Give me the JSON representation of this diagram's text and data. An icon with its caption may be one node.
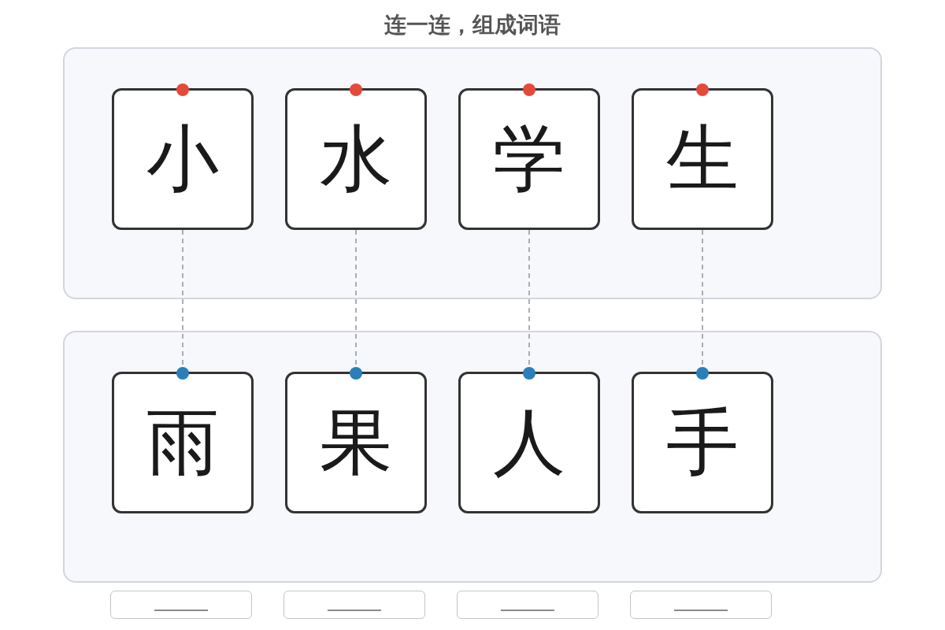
{
  "diagram": {
    "title": "连一连，组成词语",
    "nodes": [
      {
        "text": [],
        "shape": "box"
      },
      {
        "text": [
          "小"
        ],
        "in": 0
      },
      {
        "text": [
          "水"
        ],
        "in": 0
      },
      {
        "text": [
          "学"
        ],
        "in": 0
      },
      {
        "text": [
          "生"
        ],
        "in": 0
      },
      {
        "text": [],
        "shape": "box"
      },
      {
        "text": [
          "雨"
        ],
        "in": 5
      },
      {
        "text": [
          "果"
        ],
        "in": 5
      },
      {
        "text": [
          "人"
        ],
        "in": 5
      },
      {
        "text": [
          "手"
        ],
        "in": 5
      },
      {
        "text": [],
        "shape": "box"
      },
      {
        "text": [],
        "shape": "box"
      },
      {
        "text": [],
        "shape": "box"
      },
      {
        "text": [],
        "shape": "box"
      }
    ],
    "edges": [
      {
        "from": 1,
        "to": 6,
        "arrow": "none",
        "style": "dashed"
      },
      {
        "from": 2,
        "to": 7,
        "arrow": "none",
        "style": "dashed"
      },
      {
        "from": 3,
        "to": 8,
        "arrow": "none",
        "style": "dashed"
      },
      {
        "from": 4,
        "to": 9,
        "arrow": "none",
        "style": "dashed"
      }
    ]
  }
}
